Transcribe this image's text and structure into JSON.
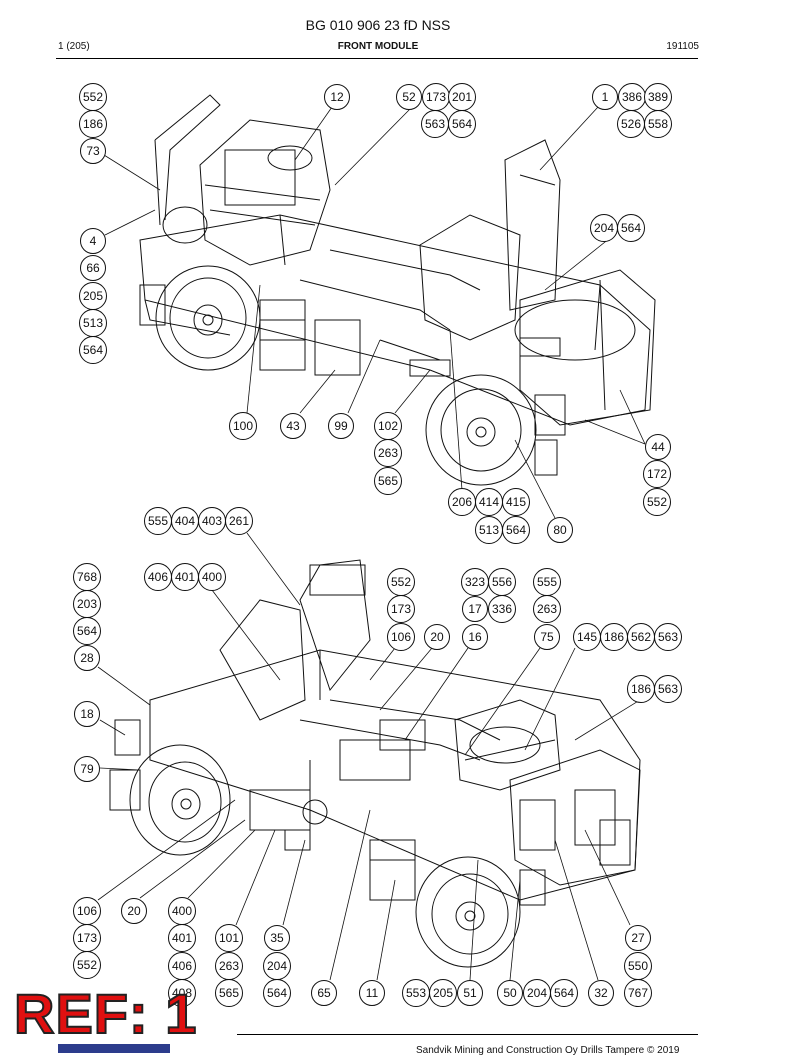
{
  "header": {
    "title": "BG 010 906 23 fD NSS",
    "page": "1 (205)",
    "section": "FRONT MODULE",
    "date": "191105"
  },
  "footer": {
    "copyright": "Sandvik Mining and Construction Oy Drills Tampere © 2019"
  },
  "stamp": {
    "text": "REF: 1",
    "color": "#e01010"
  },
  "colors": {
    "line": "#111111",
    "stamp": "#e01010",
    "logo": "#2c3c8c"
  },
  "callouts": [
    {
      "label": "552"
    },
    {
      "label": "186"
    },
    {
      "label": "73"
    },
    {
      "label": "12"
    },
    {
      "label": "52"
    },
    {
      "label": "173"
    },
    {
      "label": "201"
    },
    {
      "label": "563"
    },
    {
      "label": "564"
    },
    {
      "label": "1"
    },
    {
      "label": "386"
    },
    {
      "label": "389"
    },
    {
      "label": "526"
    },
    {
      "label": "558"
    },
    {
      "label": "4"
    },
    {
      "label": "66"
    },
    {
      "label": "205"
    },
    {
      "label": "513"
    },
    {
      "label": "564"
    },
    {
      "label": "204"
    },
    {
      "label": "564"
    },
    {
      "label": "100"
    },
    {
      "label": "43"
    },
    {
      "label": "99"
    },
    {
      "label": "102"
    },
    {
      "label": "263"
    },
    {
      "label": "565"
    },
    {
      "label": "44"
    },
    {
      "label": "172"
    },
    {
      "label": "552"
    },
    {
      "label": "206"
    },
    {
      "label": "414"
    },
    {
      "label": "415"
    },
    {
      "label": "513"
    },
    {
      "label": "564"
    },
    {
      "label": "80"
    },
    {
      "label": "555"
    },
    {
      "label": "404"
    },
    {
      "label": "403"
    },
    {
      "label": "261"
    },
    {
      "label": "768"
    },
    {
      "label": "203"
    },
    {
      "label": "564"
    },
    {
      "label": "28"
    },
    {
      "label": "18"
    },
    {
      "label": "79"
    },
    {
      "label": "406"
    },
    {
      "label": "401"
    },
    {
      "label": "400"
    },
    {
      "label": "552"
    },
    {
      "label": "173"
    },
    {
      "label": "106"
    },
    {
      "label": "20"
    },
    {
      "label": "323"
    },
    {
      "label": "556"
    },
    {
      "label": "17"
    },
    {
      "label": "336"
    },
    {
      "label": "16"
    },
    {
      "label": "555"
    },
    {
      "label": "263"
    },
    {
      "label": "75"
    },
    {
      "label": "145"
    },
    {
      "label": "186"
    },
    {
      "label": "562"
    },
    {
      "label": "563"
    },
    {
      "label": "186"
    },
    {
      "label": "563"
    },
    {
      "label": "106"
    },
    {
      "label": "173"
    },
    {
      "label": "552"
    },
    {
      "label": "20"
    },
    {
      "label": "400"
    },
    {
      "label": "401"
    },
    {
      "label": "406"
    },
    {
      "label": "408"
    },
    {
      "label": "101"
    },
    {
      "label": "263"
    },
    {
      "label": "565"
    },
    {
      "label": "35"
    },
    {
      "label": "204"
    },
    {
      "label": "564"
    },
    {
      "label": "65"
    },
    {
      "label": "11"
    },
    {
      "label": "553"
    },
    {
      "label": "205"
    },
    {
      "label": "51"
    },
    {
      "label": "50"
    },
    {
      "label": "204"
    },
    {
      "label": "564"
    },
    {
      "label": "32"
    },
    {
      "label": "27"
    },
    {
      "label": "550"
    },
    {
      "label": "767"
    }
  ]
}
